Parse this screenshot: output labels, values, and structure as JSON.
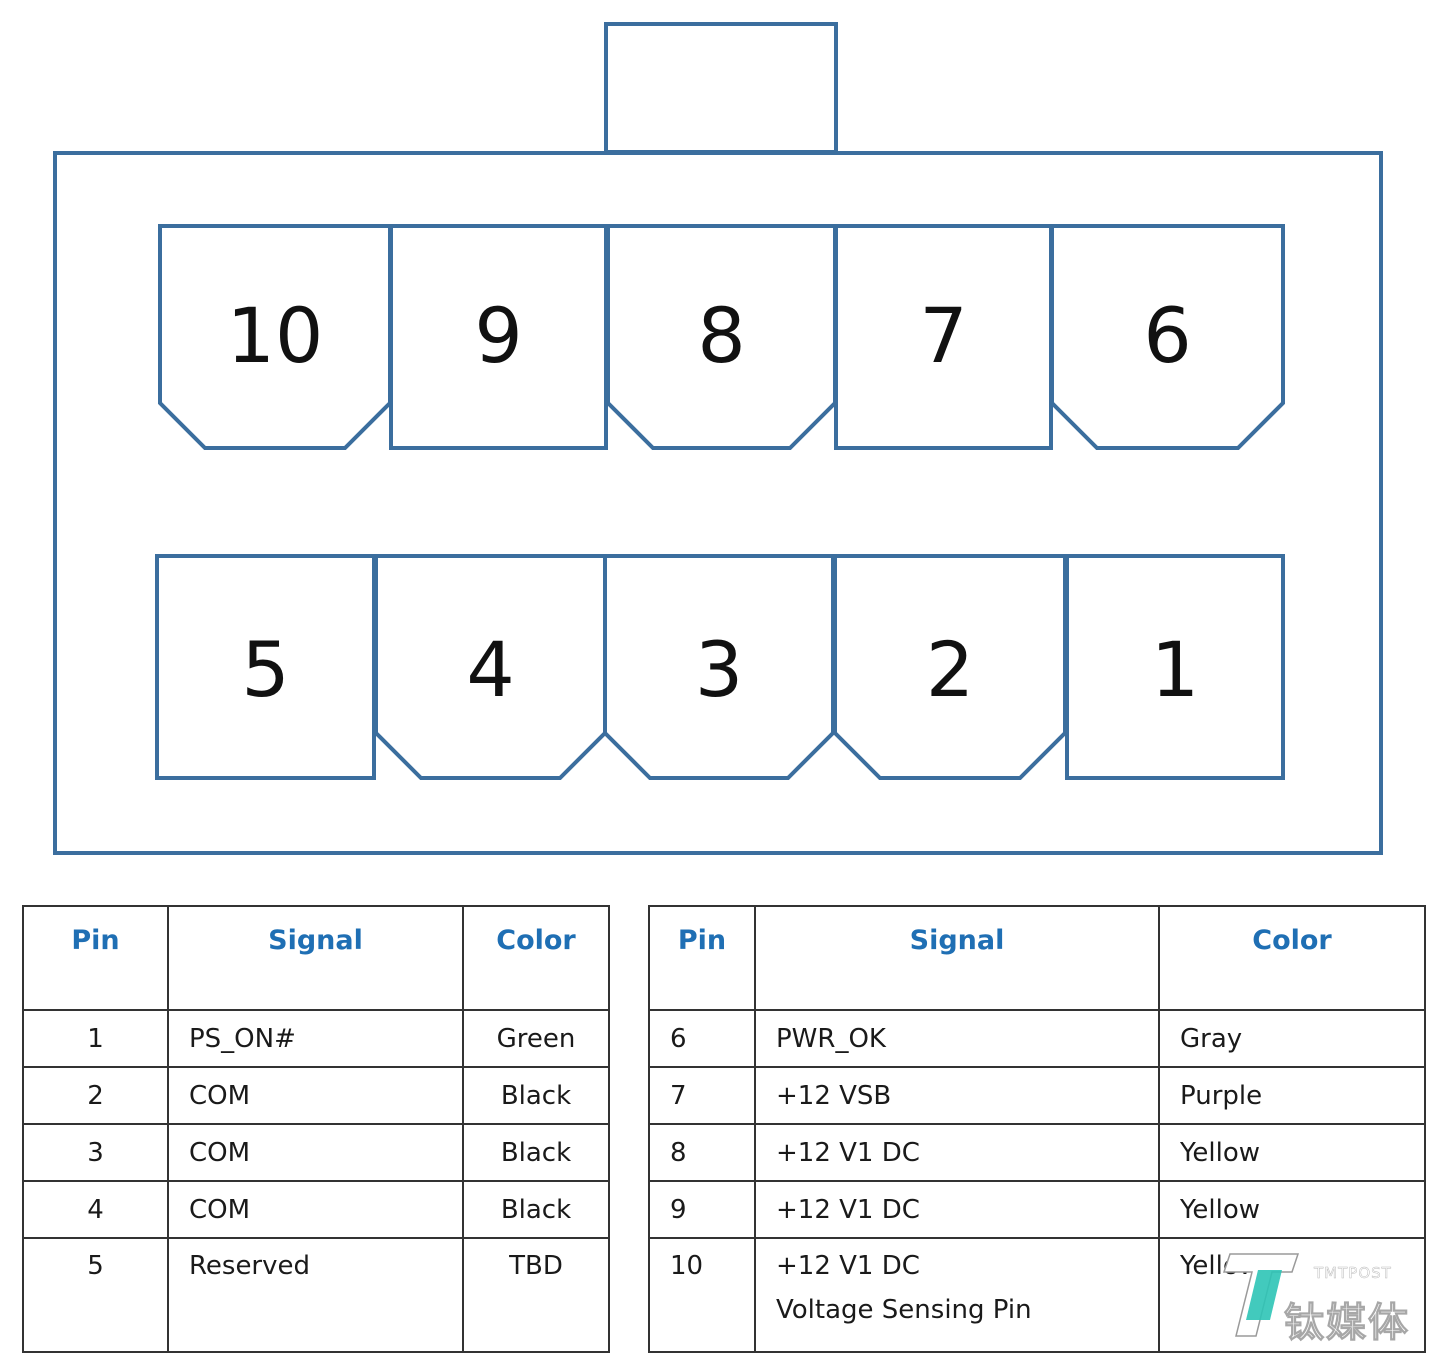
{
  "connector": {
    "top_row": [
      {
        "pin": "10",
        "shape": "chamfered"
      },
      {
        "pin": "9",
        "shape": "square"
      },
      {
        "pin": "8",
        "shape": "chamfered"
      },
      {
        "pin": "7",
        "shape": "square"
      },
      {
        "pin": "6",
        "shape": "chamfered"
      }
    ],
    "bottom_row": [
      {
        "pin": "5",
        "shape": "square"
      },
      {
        "pin": "4",
        "shape": "chamfered"
      },
      {
        "pin": "3",
        "shape": "chamfered"
      },
      {
        "pin": "2",
        "shape": "chamfered"
      },
      {
        "pin": "1",
        "shape": "square"
      }
    ],
    "outline_color": "#3b6e9e"
  },
  "table_headers": {
    "pin": "Pin",
    "signal": "Signal",
    "color": "Color",
    "header_color": "#1f6fb4"
  },
  "left_table": [
    {
      "pin": "1",
      "signal": "PS_ON#",
      "color": "Green"
    },
    {
      "pin": "2",
      "signal": "COM",
      "color": "Black"
    },
    {
      "pin": "3",
      "signal": "COM",
      "color": "Black"
    },
    {
      "pin": "4",
      "signal": "COM",
      "color": "Black"
    },
    {
      "pin": "5",
      "signal": "Reserved",
      "color": "TBD"
    }
  ],
  "right_table": [
    {
      "pin": "6",
      "signal": "PWR_OK",
      "signal_note": "",
      "color": "Gray"
    },
    {
      "pin": "7",
      "signal": "+12 VSB",
      "signal_note": "",
      "color": "Purple"
    },
    {
      "pin": "8",
      "signal": "+12 V1 DC",
      "signal_note": "",
      "color": "Yellow"
    },
    {
      "pin": "9",
      "signal": "+12 V1 DC",
      "signal_note": "",
      "color": "Yellow"
    },
    {
      "pin": "10",
      "signal": "+12 V1 DC",
      "signal_note": "Voltage Sensing Pin",
      "color": "Yellow"
    }
  ],
  "watermark": {
    "brand_small": "TMTPOST",
    "brand_cn": "钛媒体"
  }
}
